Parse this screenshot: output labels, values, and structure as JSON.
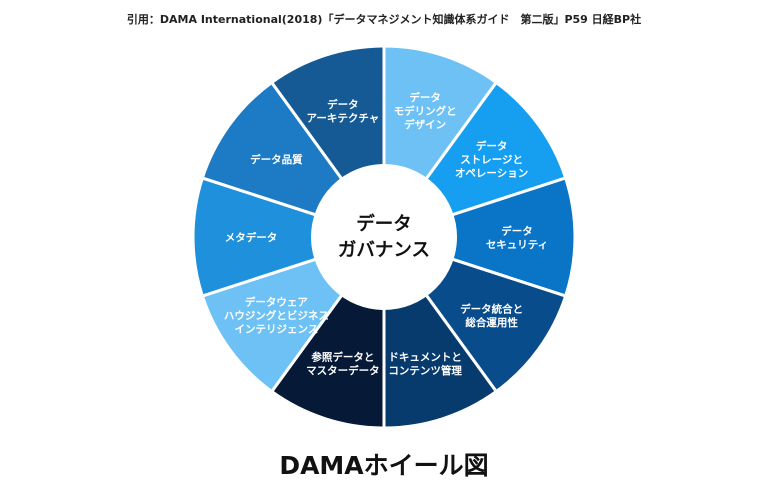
{
  "citation": "引用：DAMA International(2018)「データマネジメント知識体系ガイド　第二版」P59 日経BP社",
  "caption": "DAMAホイール図",
  "center": {
    "lines": [
      "データ",
      "ガバナンス"
    ]
  },
  "segments": [
    {
      "lines": [
        "データ",
        "モデリングと",
        "デザイン"
      ],
      "color": "#6ec1f5"
    },
    {
      "lines": [
        "データ",
        "ストレージと",
        "オペレーション"
      ],
      "color": "#169ff0"
    },
    {
      "lines": [
        "データ",
        "セキュリティ"
      ],
      "color": "#0a74c6"
    },
    {
      "lines": [
        "データ統合と",
        "総合運用性"
      ],
      "color": "#094c8c"
    },
    {
      "lines": [
        "ドキュメントと",
        "コンテンツ管理"
      ],
      "color": "#073b6e"
    },
    {
      "lines": [
        "参照データと",
        "マスターデータ"
      ],
      "color": "#061a38"
    },
    {
      "lines": [
        "データウェア",
        "ハウジングとビジネス",
        "インテリジェンス"
      ],
      "color": "#6ec1f5"
    },
    {
      "lines": [
        "メタデータ"
      ],
      "color": "#1e90dc"
    },
    {
      "lines": [
        "データ品質"
      ],
      "color": "#1c7bc4"
    },
    {
      "lines": [
        "データ",
        "アーキテクチャ"
      ],
      "color": "#155a94"
    }
  ]
}
